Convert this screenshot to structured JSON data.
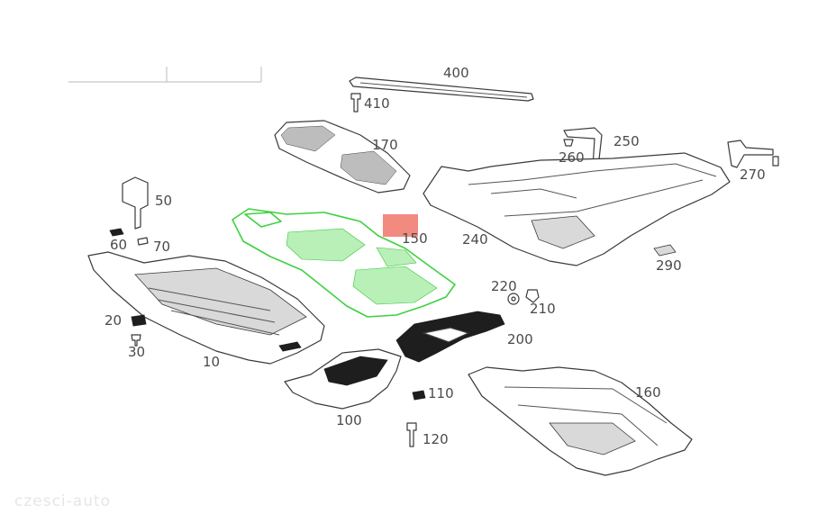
{
  "diagram": {
    "highlight_color": "#f28a80",
    "highlight_part_color": "#3ed13e",
    "part_labels": [
      {
        "id": "400",
        "text": "400"
      },
      {
        "id": "410",
        "text": "410"
      },
      {
        "id": "170",
        "text": "170"
      },
      {
        "id": "250",
        "text": "250"
      },
      {
        "id": "260",
        "text": "260"
      },
      {
        "id": "270",
        "text": "270"
      },
      {
        "id": "50",
        "text": "50"
      },
      {
        "id": "60",
        "text": "60"
      },
      {
        "id": "70",
        "text": "70"
      },
      {
        "id": "150",
        "text": "150"
      },
      {
        "id": "240",
        "text": "240"
      },
      {
        "id": "290",
        "text": "290"
      },
      {
        "id": "220",
        "text": "220"
      },
      {
        "id": "210",
        "text": "210"
      },
      {
        "id": "200",
        "text": "200"
      },
      {
        "id": "20",
        "text": "20"
      },
      {
        "id": "30",
        "text": "30"
      },
      {
        "id": "10",
        "text": "10"
      },
      {
        "id": "110",
        "text": "110"
      },
      {
        "id": "100",
        "text": "100"
      },
      {
        "id": "120",
        "text": "120"
      },
      {
        "id": "160",
        "text": "160"
      }
    ],
    "watermark": "czesci-auto"
  }
}
